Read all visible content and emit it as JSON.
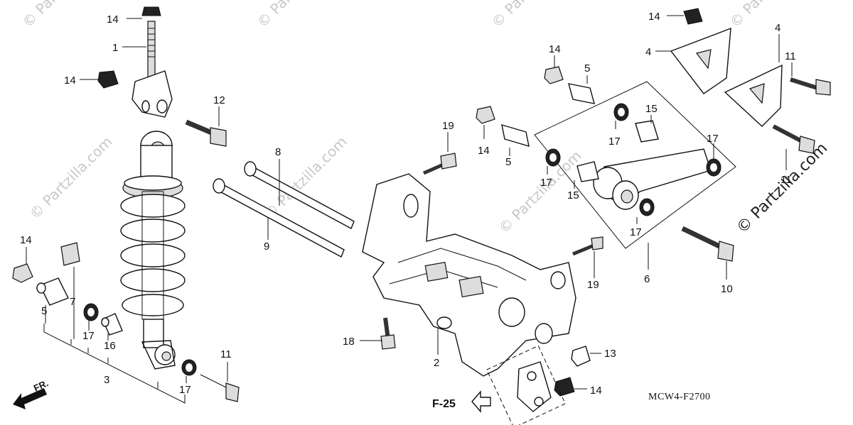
{
  "diagram": {
    "code": "MCW4-F2700",
    "ref_label": "F-25",
    "direction_label": "FR.",
    "watermark": "© Partzilla.com",
    "callouts": [
      {
        "id": "c14a",
        "text": "14"
      },
      {
        "id": "c1",
        "text": "1"
      },
      {
        "id": "c14b",
        "text": "14"
      },
      {
        "id": "c12",
        "text": "12"
      },
      {
        "id": "c8",
        "text": "8"
      },
      {
        "id": "c9",
        "text": "9"
      },
      {
        "id": "c14c",
        "text": "14"
      },
      {
        "id": "c5a",
        "text": "5"
      },
      {
        "id": "c7",
        "text": "7"
      },
      {
        "id": "c17a",
        "text": "17"
      },
      {
        "id": "c16",
        "text": "16"
      },
      {
        "id": "c3",
        "text": "3"
      },
      {
        "id": "c17b",
        "text": "17"
      },
      {
        "id": "c11a",
        "text": "11"
      },
      {
        "id": "c19a",
        "text": "19"
      },
      {
        "id": "c14d",
        "text": "14"
      },
      {
        "id": "c5b",
        "text": "5"
      },
      {
        "id": "c14e",
        "text": "14"
      },
      {
        "id": "c5c",
        "text": "5"
      },
      {
        "id": "c14f",
        "text": "14"
      },
      {
        "id": "c4a",
        "text": "4"
      },
      {
        "id": "c4b",
        "text": "4"
      },
      {
        "id": "c11b",
        "text": "11"
      },
      {
        "id": "c15a",
        "text": "15"
      },
      {
        "id": "c17c",
        "text": "17"
      },
      {
        "id": "c17d",
        "text": "17"
      },
      {
        "id": "c17e",
        "text": "17"
      },
      {
        "id": "c15b",
        "text": "15"
      },
      {
        "id": "c17f",
        "text": "17"
      },
      {
        "id": "c11c",
        "text": "11"
      },
      {
        "id": "c6",
        "text": "6"
      },
      {
        "id": "c10",
        "text": "10"
      },
      {
        "id": "c19b",
        "text": "19"
      },
      {
        "id": "c18",
        "text": "18"
      },
      {
        "id": "c2",
        "text": "2"
      },
      {
        "id": "c13",
        "text": "13"
      },
      {
        "id": "c14g",
        "text": "14"
      }
    ]
  }
}
